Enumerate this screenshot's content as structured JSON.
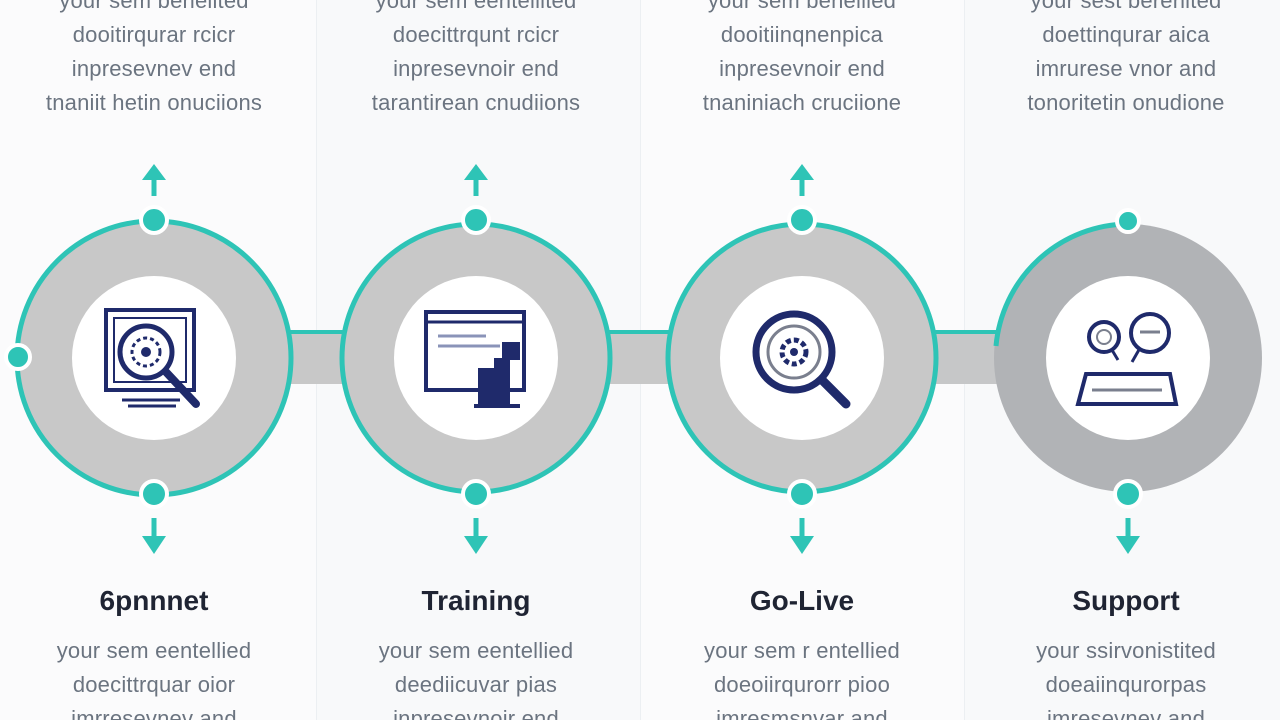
{
  "colors": {
    "accent": "#2ec4b6",
    "ring_gray": "#c8c8c8",
    "ring_gray_dark": "#b1b3b6",
    "icon_navy": "#1f2a6b",
    "title": "#1f2433",
    "body_text": "#6b7480",
    "column_bg": "#f7f8f9"
  },
  "stages": [
    {
      "title": "6pnnnet",
      "icon": "monitor-magnifier-icon",
      "top_lines": [
        "your sem beneiited",
        "dooitirqurar rcicr",
        "inpresevnev end",
        "tnaniit hetin onuciions"
      ],
      "bottom_lines": [
        "your sem eentellied",
        "doecittrquar oior",
        "imrresevnev and"
      ]
    },
    {
      "title": "Training",
      "icon": "browser-chart-icon",
      "top_lines": [
        "your sem eenteiiited",
        "doecittrqunt rcicr",
        "inpresevnoir end",
        "tarantirean cnudiions"
      ],
      "bottom_lines": [
        "your sem eentellied",
        "deediicuvar pias",
        "inpresevnoir end"
      ]
    },
    {
      "title": "Go-Live",
      "icon": "magnifier-gear-icon",
      "top_lines": [
        "your sem benellied",
        "dooitiinqnenpica",
        "inpresevnoir end",
        "tnaniniach cruciione"
      ],
      "bottom_lines": [
        "your sem r entellied",
        "doeoiirqurorr pioo",
        "imresmsnvar and"
      ]
    },
    {
      "title": "Support",
      "icon": "chat-tablet-icon",
      "top_lines": [
        "your sest berenited",
        "doettinqurar aica",
        "imrurese vnor and",
        "tonoritetin onudione"
      ],
      "bottom_lines": [
        "your ssirvonistited",
        "doeaiinqurorpas",
        "imresevnev and"
      ]
    }
  ]
}
